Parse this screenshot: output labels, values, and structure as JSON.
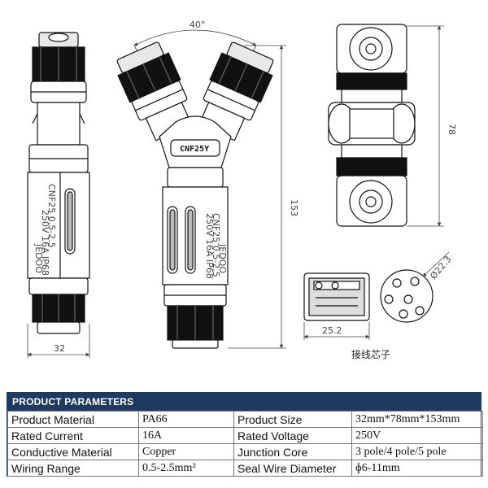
{
  "drawing": {
    "dimensions": {
      "angle": "40°",
      "side_width": "32",
      "overall_length": "153",
      "top_height": "78",
      "core_width": "25.2",
      "core_diameter": "Ø22.3"
    },
    "marking_center": "CNF25Y",
    "marking_body_1": "CNF25 0.5-2.5",
    "marking_body_2": "250V 16A IP68",
    "marking_brand": "JEDOO",
    "core_caption": "接线芯子"
  },
  "params": {
    "header": "PRODUCT PARAMETERS",
    "rows": [
      [
        {
          "k": "Product Material"
        },
        {
          "v": "PA66"
        },
        {
          "k": "Product Size"
        },
        {
          "v": "32mm*78mm*153mm"
        }
      ],
      [
        {
          "k": "Rated Current"
        },
        {
          "v": "16A"
        },
        {
          "k": "Rated Voltage"
        },
        {
          "v": "250V"
        }
      ],
      [
        {
          "k": "Conductive Material"
        },
        {
          "v": "Copper"
        },
        {
          "k": "Junction Core"
        },
        {
          "v": "3 pole/4 pole/5 pole"
        }
      ],
      [
        {
          "k": "Wiring Range"
        },
        {
          "v": "0.5-2.5mm²"
        },
        {
          "k": "Seal Wire Diameter"
        },
        {
          "v": "ɸ6-11mm"
        }
      ]
    ]
  },
  "colors": {
    "header_bg": "#1f3a5f",
    "line": "#111111"
  }
}
